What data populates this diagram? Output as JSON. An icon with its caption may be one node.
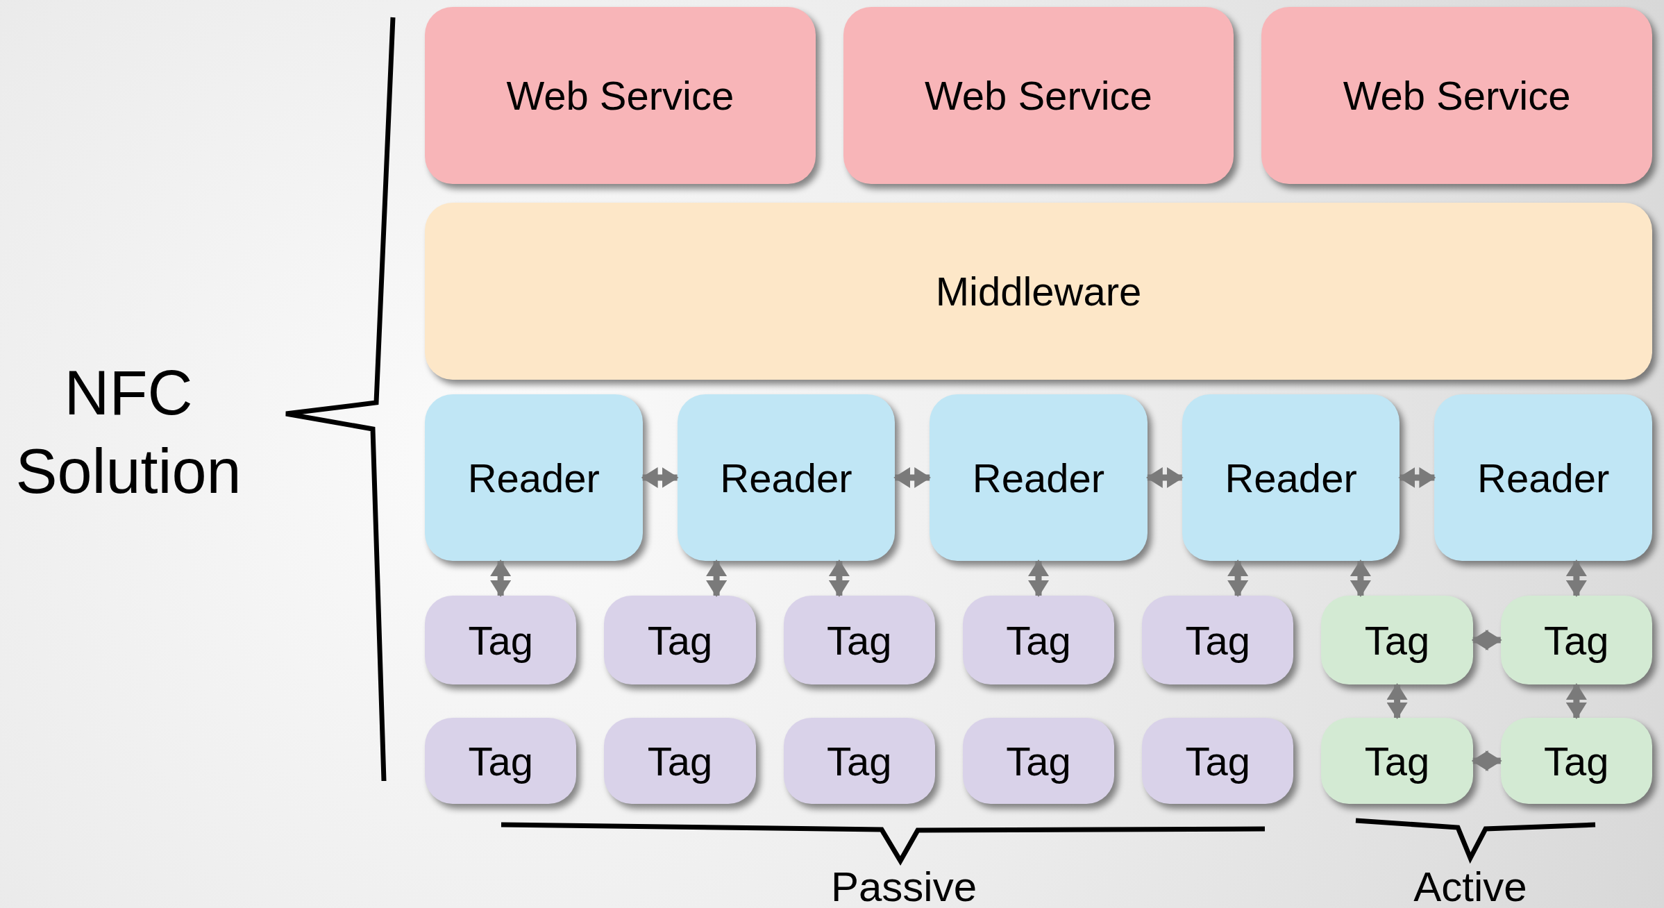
{
  "diagram": {
    "nodes": [
      {
        "text": [
          "Web Service"
        ]
      },
      {
        "text": [
          "Web Service"
        ]
      },
      {
        "text": [
          "Web Service"
        ]
      },
      {
        "text": [
          "Middleware"
        ]
      },
      {
        "text": [
          "Reader"
        ]
      },
      {
        "text": [
          "Reader"
        ]
      },
      {
        "text": [
          "Reader"
        ]
      },
      {
        "text": [
          "Reader"
        ]
      },
      {
        "text": [
          "Reader"
        ]
      },
      {
        "text": [
          "Tag"
        ]
      },
      {
        "text": [
          "Tag"
        ]
      },
      {
        "text": [
          "Tag"
        ]
      },
      {
        "text": [
          "Tag"
        ]
      },
      {
        "text": [
          "Tag"
        ]
      },
      {
        "text": [
          "Tag"
        ]
      },
      {
        "text": [
          "Tag"
        ]
      },
      {
        "text": [
          "Tag"
        ]
      },
      {
        "text": [
          "Tag"
        ]
      },
      {
        "text": [
          "Tag"
        ]
      },
      {
        "text": [
          "Tag"
        ]
      },
      {
        "text": [
          "Tag"
        ]
      },
      {
        "text": [
          "Tag"
        ]
      },
      {
        "text": [
          "Tag"
        ]
      }
    ],
    "edges": [
      {
        "from": 4,
        "to": 5,
        "arrow": "both"
      },
      {
        "from": 5,
        "to": 6,
        "arrow": "both"
      },
      {
        "from": 6,
        "to": 7,
        "arrow": "both"
      },
      {
        "from": 7,
        "to": 8,
        "arrow": "both"
      },
      {
        "from": 4,
        "to": 9,
        "arrow": "both"
      },
      {
        "from": 5,
        "to": 10,
        "arrow": "both"
      },
      {
        "from": 5,
        "to": 11,
        "arrow": "both"
      },
      {
        "from": 6,
        "to": 12,
        "arrow": "both"
      },
      {
        "from": 7,
        "to": 13,
        "arrow": "both"
      },
      {
        "from": 7,
        "to": 14,
        "arrow": "both"
      },
      {
        "from": 8,
        "to": 15,
        "arrow": "both"
      },
      {
        "from": 14,
        "to": 15,
        "arrow": "both"
      },
      {
        "from": 14,
        "to": 21,
        "arrow": "both"
      },
      {
        "from": 15,
        "to": 22,
        "arrow": "both"
      },
      {
        "from": 21,
        "to": 22,
        "arrow": "both"
      }
    ],
    "labels": [
      "NFC Solution",
      "Passive",
      "Active"
    ]
  }
}
